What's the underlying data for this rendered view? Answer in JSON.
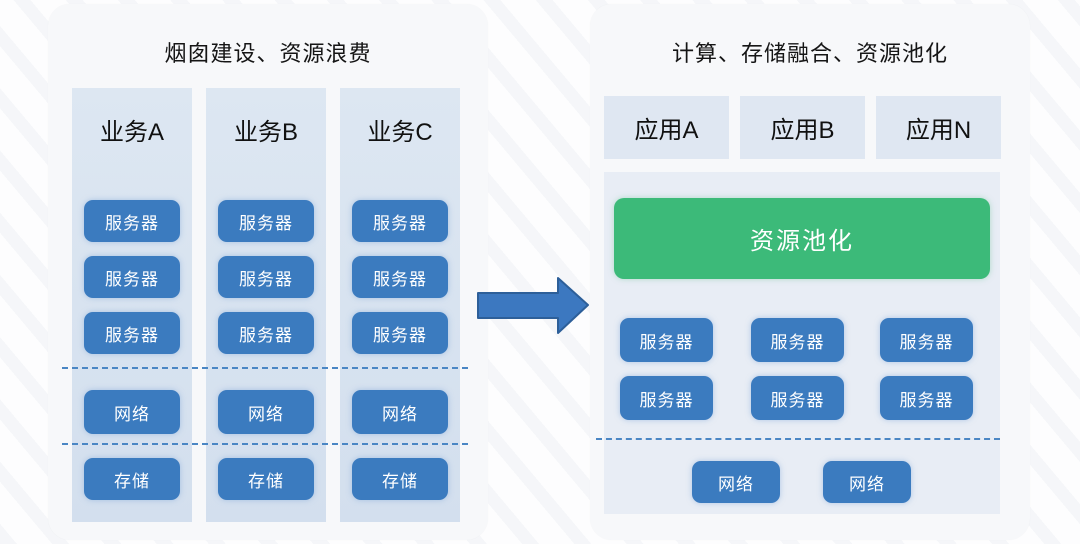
{
  "left_panel": {
    "title": "烟囱建设、资源浪费",
    "columns": [
      {
        "label": "业务A",
        "servers": [
          "服务器",
          "服务器",
          "服务器"
        ],
        "network_label": "网络",
        "storage_label": "存储"
      },
      {
        "label": "业务B",
        "servers": [
          "服务器",
          "服务器",
          "服务器"
        ],
        "network_label": "网络",
        "storage_label": "存储"
      },
      {
        "label": "业务C",
        "servers": [
          "服务器",
          "服务器",
          "服务器"
        ],
        "network_label": "网络",
        "storage_label": "存储"
      }
    ]
  },
  "arrow": {
    "direction": "right"
  },
  "right_panel": {
    "title": "计算、存储融合、资源池化",
    "apps": [
      {
        "label": "应用A"
      },
      {
        "label": "应用B"
      },
      {
        "label": "应用N"
      }
    ],
    "pool": {
      "label": "资源池化"
    },
    "servers": [
      "服务器",
      "服务器",
      "服务器",
      "服务器",
      "服务器",
      "服务器"
    ],
    "networks": [
      {
        "label": "网络"
      },
      {
        "label": "网络"
      }
    ]
  },
  "colors": {
    "button_blue": "#3b7bbf",
    "pool_green": "#3cba79",
    "silo_column_bg": "#d7e1ef",
    "pool_container_bg": "#e8edf5",
    "app_box_bg": "#dfe7f2",
    "card_bg": "#f7f8fa",
    "dashed_line_blue": "#4a86c4",
    "arrow_fill": "#3c78c0",
    "arrow_stroke": "#2d5f99",
    "title_text": "#151515",
    "button_text": "#ffffff"
  }
}
